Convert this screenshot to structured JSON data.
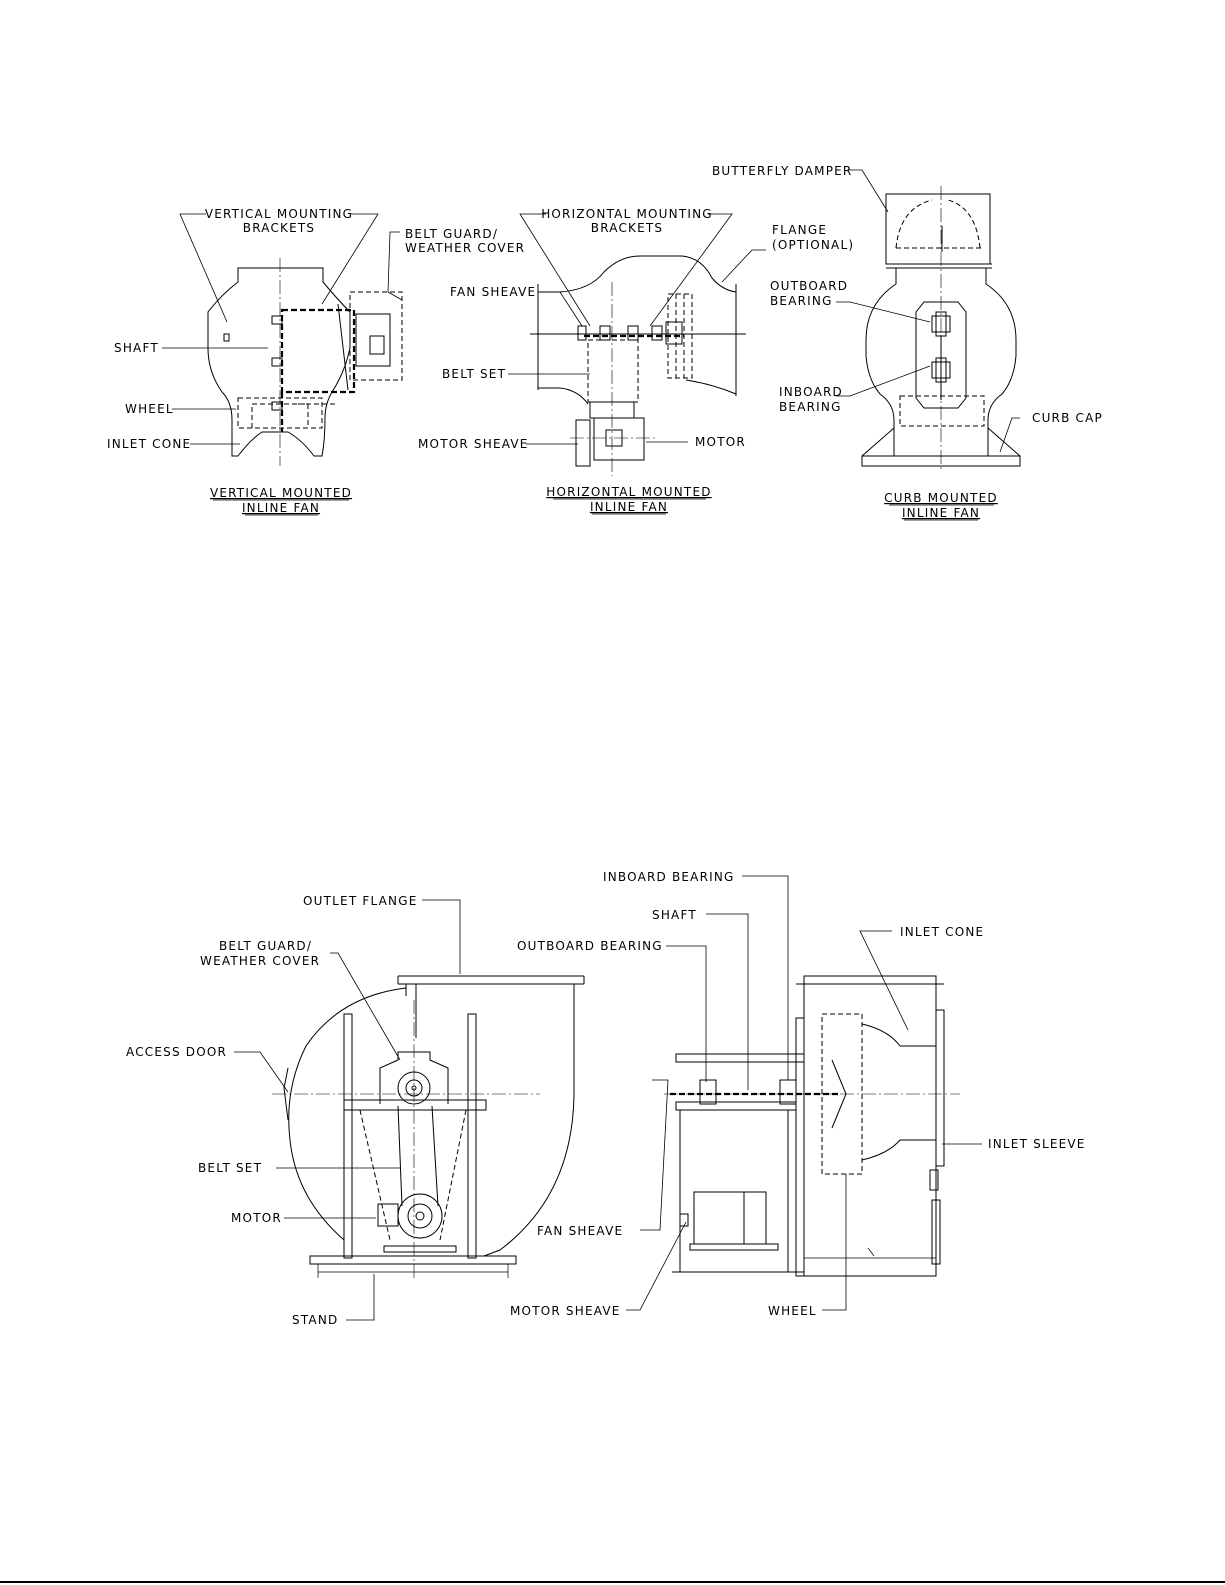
{
  "views": {
    "vertical": {
      "title_line1": "VERTICAL MOUNTED",
      "title_line2": "INLINE FAN",
      "labels": {
        "vertical_brackets_1": "VERTICAL MOUNTING",
        "vertical_brackets_2": "BRACKETS",
        "belt_guard_1": "BELT GUARD/",
        "belt_guard_2": "WEATHER COVER",
        "shaft": "SHAFT",
        "wheel": "WHEEL",
        "inlet_cone": "INLET CONE"
      }
    },
    "horizontal": {
      "title_line1": "HORIZONTAL MOUNTED",
      "title_line2": "INLINE FAN",
      "labels": {
        "horizontal_brackets_1": "HORIZONTAL MOUNTING",
        "horizontal_brackets_2": "BRACKETS",
        "flange_1": "FLANGE",
        "flange_2": "(OPTIONAL)",
        "fan_sheave": "FAN SHEAVE",
        "belt_set": "BELT SET",
        "motor_sheave": "MOTOR SHEAVE",
        "motor": "MOTOR"
      }
    },
    "curb": {
      "title_line1": "CURB MOUNTED",
      "title_line2": "INLINE FAN",
      "labels": {
        "butterfly_damper": "BUTTERFLY DAMPER",
        "outboard_bearing_1": "OUTBOARD",
        "outboard_bearing_2": "BEARING",
        "inboard_bearing_1": "INBOARD",
        "inboard_bearing_2": "BEARING",
        "curb_cap": "CURB CAP"
      }
    },
    "blower_front": {
      "labels": {
        "outlet_flange": "OUTLET FLANGE",
        "belt_guard_1": "BELT GUARD/",
        "belt_guard_2": "WEATHER COVER",
        "access_door": "ACCESS DOOR",
        "belt_set": "BELT SET",
        "motor": "MOTOR",
        "stand": "STAND"
      }
    },
    "blower_side": {
      "labels": {
        "inboard_bearing": "INBOARD BEARING",
        "shaft": "SHAFT",
        "outboard_bearing": "OUTBOARD BEARING",
        "inlet_cone": "INLET CONE",
        "inlet_sleeve": "INLET SLEEVE",
        "fan_sheave": "FAN SHEAVE",
        "motor_sheave": "MOTOR SHEAVE",
        "wheel": "WHEEL"
      }
    }
  }
}
